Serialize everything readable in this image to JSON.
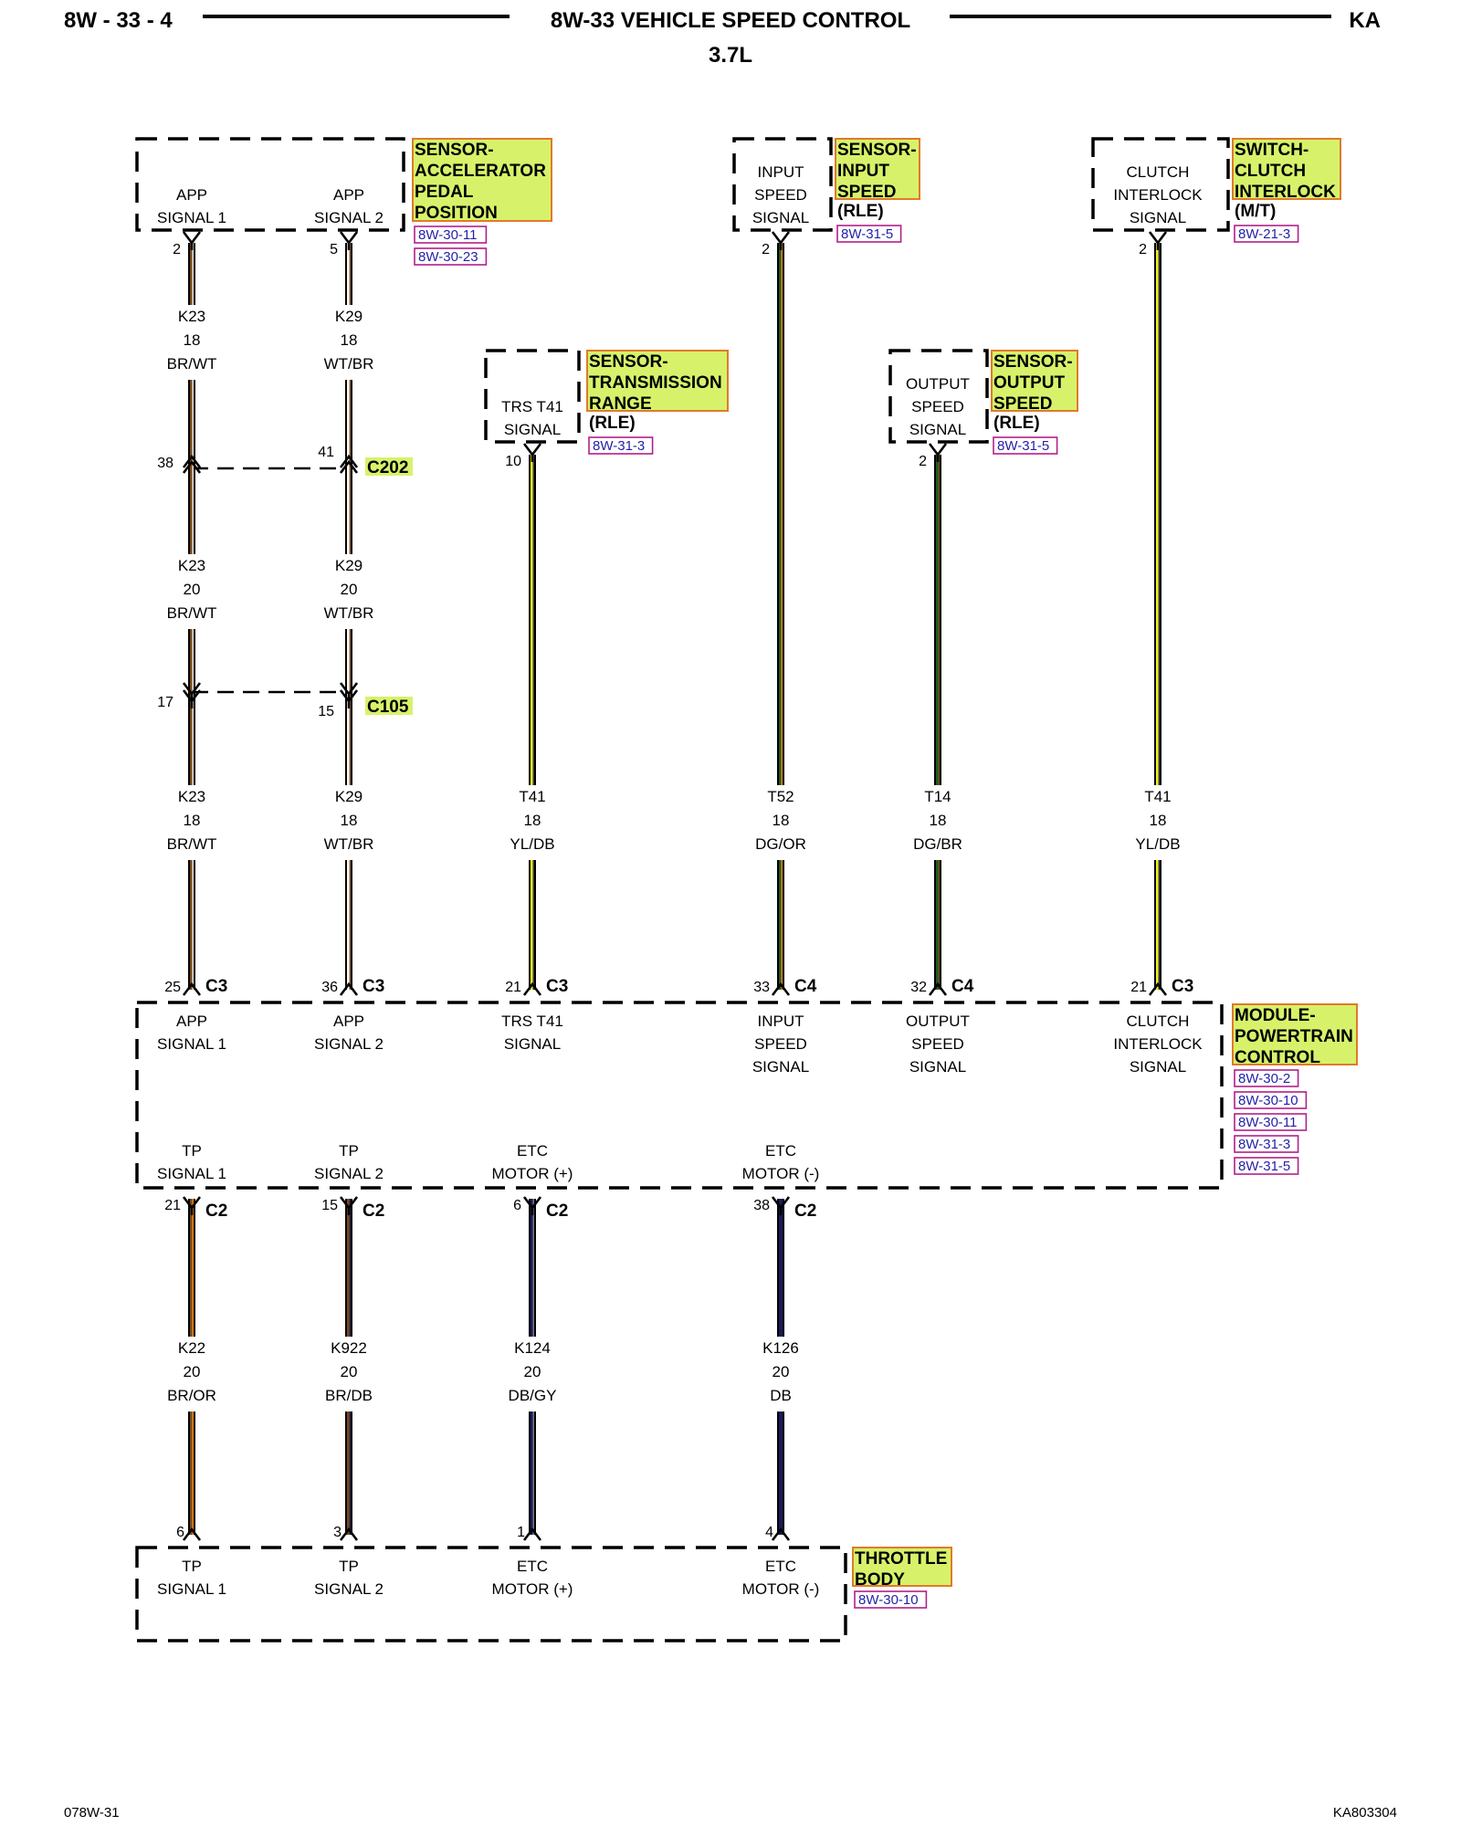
{
  "header": {
    "left": "8W - 33 - 4",
    "title": "8W-33 VEHICLE SPEED CONTROL",
    "subtitle": "3.7L",
    "right": "KA"
  },
  "footer": {
    "left": "078W-31",
    "right": "KA803304"
  },
  "colors": {
    "highlight": "#d7f26a",
    "highlight_border": "#e07a2a",
    "ref_border": "#b0208a",
    "ref_text": "#2222aa"
  },
  "components": {
    "app_sensor": {
      "name": [
        "SENSOR-",
        "ACCELERATOR",
        "PEDAL",
        "POSITION"
      ],
      "refs": [
        "8W-30-11",
        "8W-30-23"
      ],
      "pins": [
        [
          "APP",
          "SIGNAL 1"
        ],
        [
          "APP",
          "SIGNAL 2"
        ]
      ]
    },
    "input_speed": {
      "name": [
        "SENSOR-",
        "INPUT",
        "SPEED"
      ],
      "sub": "(RLE)",
      "refs": [
        "8W-31-5"
      ],
      "pin": [
        "INPUT",
        "SPEED",
        "SIGNAL"
      ]
    },
    "clutch_switch": {
      "name": [
        "SWITCH-",
        "CLUTCH",
        "INTERLOCK"
      ],
      "sub": "(M/T)",
      "refs": [
        "8W-21-3"
      ],
      "pin": [
        "CLUTCH",
        "INTERLOCK",
        "SIGNAL"
      ]
    },
    "trs": {
      "name": [
        "SENSOR-",
        "TRANSMISSION",
        "RANGE"
      ],
      "sub": "(RLE)",
      "refs": [
        "8W-31-3"
      ],
      "pin": [
        "TRS T41",
        "SIGNAL"
      ]
    },
    "output_speed": {
      "name": [
        "SENSOR-",
        "OUTPUT",
        "SPEED"
      ],
      "sub": "(RLE)",
      "refs": [
        "8W-31-5"
      ],
      "pin": [
        "OUTPUT",
        "SPEED",
        "SIGNAL"
      ]
    },
    "pcm": {
      "name": [
        "MODULE-",
        "POWERTRAIN",
        "CONTROL"
      ],
      "refs": [
        "8W-30-2",
        "8W-30-10",
        "8W-30-11",
        "8W-31-3",
        "8W-31-5"
      ],
      "top_pins": [
        [
          "APP",
          "SIGNAL 1"
        ],
        [
          "APP",
          "SIGNAL 2"
        ],
        [
          "TRS T41",
          "SIGNAL"
        ],
        [
          "INPUT",
          "SPEED",
          "SIGNAL"
        ],
        [
          "OUTPUT",
          "SPEED",
          "SIGNAL"
        ],
        [
          "CLUTCH",
          "INTERLOCK",
          "SIGNAL"
        ]
      ],
      "bottom_pins": [
        [
          "TP",
          "SIGNAL 1"
        ],
        [
          "TP",
          "SIGNAL 2"
        ],
        [
          "ETC",
          "MOTOR (+)"
        ],
        [
          "ETC",
          "MOTOR (-)"
        ]
      ]
    },
    "throttle": {
      "name": [
        "THROTTLE",
        "BODY"
      ],
      "refs": [
        "8W-30-10"
      ],
      "pins": [
        [
          "TP",
          "SIGNAL 1"
        ],
        [
          "TP",
          "SIGNAL 2"
        ],
        [
          "ETC",
          "MOTOR (+)"
        ],
        [
          "ETC",
          "MOTOR (-)"
        ]
      ]
    }
  },
  "inline_connectors": {
    "c202": "C202",
    "c105": "C105",
    "c202_pins": [
      "38",
      "41"
    ],
    "c105_pins": [
      "17",
      "15"
    ]
  },
  "wires_upper": [
    {
      "id": "k23",
      "sensor_pin": "2",
      "seg1": [
        "K23",
        "18",
        "BR/WT"
      ],
      "seg2": [
        "K23",
        "20",
        "BR/WT"
      ],
      "seg3": [
        "K23",
        "18",
        "BR/WT"
      ],
      "pcm_pin": "25",
      "pcm_conn": "C3",
      "color": [
        "#7a4a1a",
        "#ffffff"
      ]
    },
    {
      "id": "k29",
      "sensor_pin": "5",
      "seg1": [
        "K29",
        "18",
        "WT/BR"
      ],
      "seg2": [
        "K29",
        "20",
        "WT/BR"
      ],
      "seg3": [
        "K29",
        "18",
        "WT/BR"
      ],
      "pcm_pin": "36",
      "pcm_conn": "C3",
      "color": [
        "#ffffff",
        "#7a4a1a"
      ]
    },
    {
      "id": "t41a",
      "sensor_pin": "10",
      "seg3": [
        "T41",
        "18",
        "YL/DB"
      ],
      "pcm_pin": "21",
      "pcm_conn": "C3",
      "color": [
        "#f2f21a",
        "#1a1a5a"
      ]
    },
    {
      "id": "t52",
      "sensor_pin": "2",
      "seg3": [
        "T52",
        "18",
        "DG/OR"
      ],
      "pcm_pin": "33",
      "pcm_conn": "C4",
      "color": [
        "#1f5a1f",
        "#ff8c1a"
      ]
    },
    {
      "id": "t14",
      "sensor_pin": "2",
      "seg3": [
        "T14",
        "18",
        "DG/BR"
      ],
      "pcm_pin": "32",
      "pcm_conn": "C4",
      "color": [
        "#1f5a1f",
        "#7a4a1a"
      ]
    },
    {
      "id": "t41b",
      "sensor_pin": "2",
      "seg3": [
        "T41",
        "18",
        "YL/DB"
      ],
      "pcm_pin": "21",
      "pcm_conn": "C3",
      "color": [
        "#f2f21a",
        "#1a1a5a"
      ]
    }
  ],
  "wires_lower": [
    {
      "id": "k22",
      "pcm_pin": "21",
      "pcm_conn": "C2",
      "seg": [
        "K22",
        "20",
        "BR/OR"
      ],
      "tb_pin": "6",
      "color": [
        "#7a4a1a",
        "#ff8c1a"
      ]
    },
    {
      "id": "k922",
      "pcm_pin": "15",
      "pcm_conn": "C2",
      "seg": [
        "K922",
        "20",
        "BR/DB"
      ],
      "tb_pin": "3",
      "color": [
        "#7a4a1a",
        "#1a1a5a"
      ]
    },
    {
      "id": "k124",
      "pcm_pin": "6",
      "pcm_conn": "C2",
      "seg": [
        "K124",
        "20",
        "DB/GY"
      ],
      "tb_pin": "1",
      "color": [
        "#1a1a5a",
        "#888888"
      ]
    },
    {
      "id": "k126",
      "pcm_pin": "38",
      "pcm_conn": "C2",
      "seg": [
        "K126",
        "20",
        "DB"
      ],
      "tb_pin": "4",
      "color": [
        "#1a1a5a",
        "#1a1a5a"
      ]
    }
  ]
}
